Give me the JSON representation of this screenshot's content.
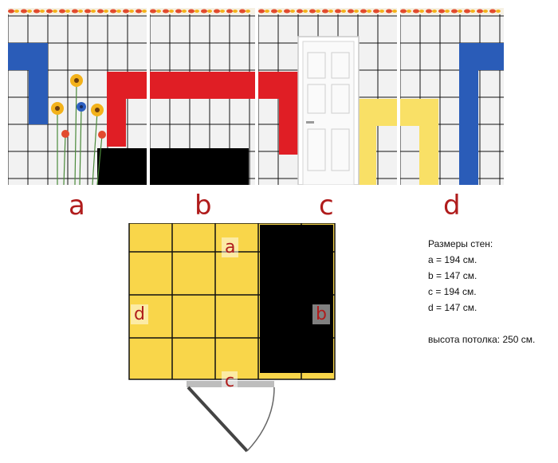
{
  "walls": [
    {
      "letter": "a"
    },
    {
      "letter": "b"
    },
    {
      "letter": "c"
    },
    {
      "letter": "d"
    }
  ],
  "plan": {
    "labels": {
      "a": "a",
      "b": "b",
      "c": "c",
      "d": "d"
    }
  },
  "dimensions": {
    "title": "Размеры стен:",
    "a": "a = 194 см.",
    "b": "b = 147 см.",
    "c": "c = 194 см.",
    "d": "d = 147 см.",
    "ceiling": "высота потолка: 250 см."
  },
  "colors": {
    "red": "#e01e25",
    "blue": "#2a5cb8",
    "yellow": "#f9e066",
    "black": "#000000",
    "label_red": "#b01c1c"
  }
}
